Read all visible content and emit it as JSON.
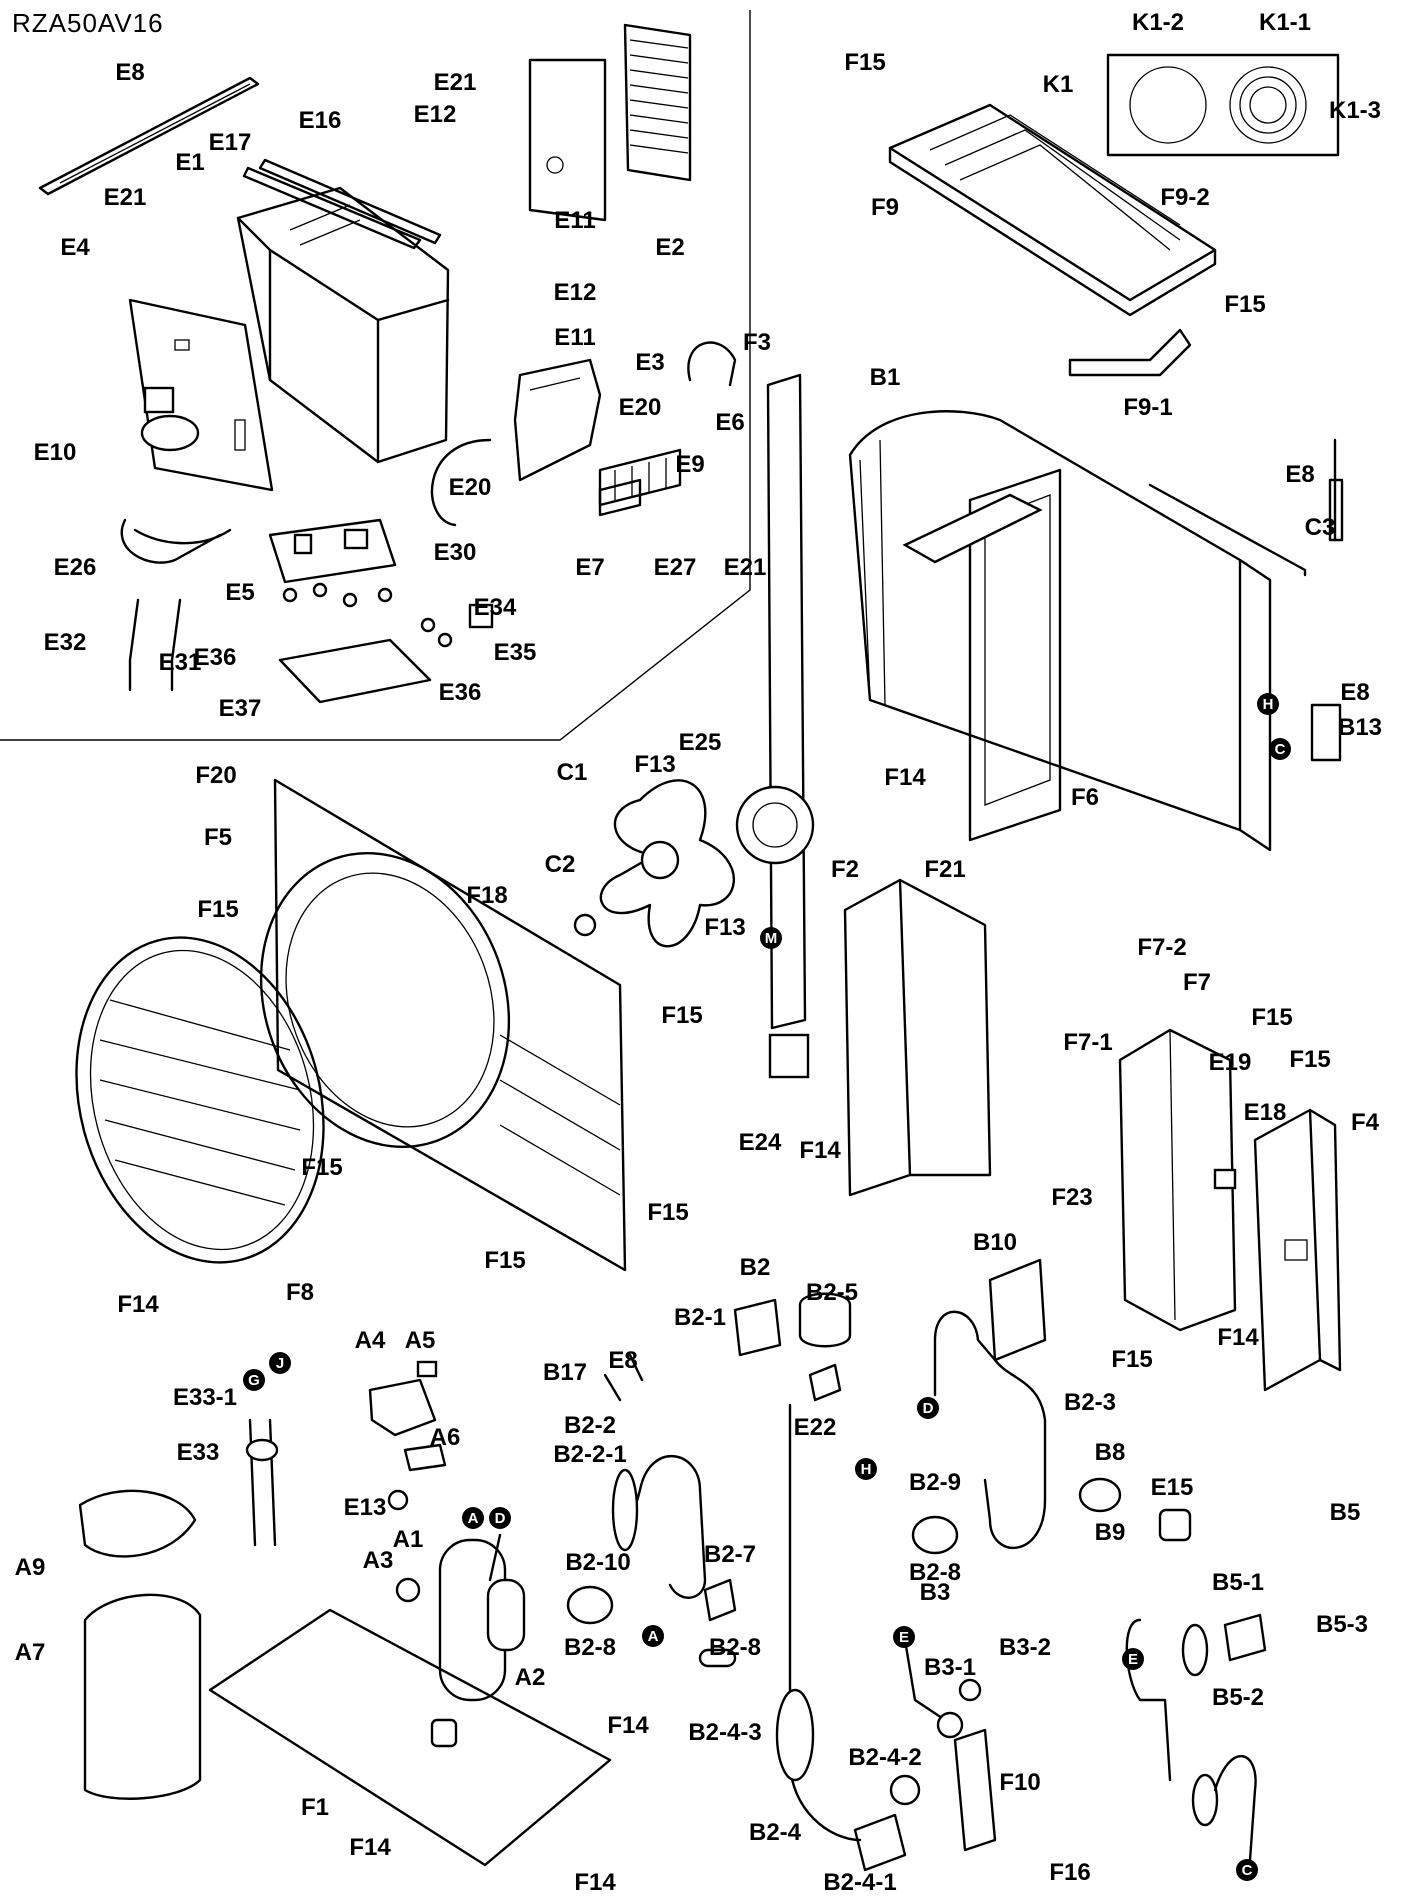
{
  "model": "RZA50AV16",
  "labels": {
    "E8": "E8",
    "E17": "E17",
    "E16": "E16",
    "E1": "E1",
    "E21": "E21",
    "E12": "E12",
    "E11": "E11",
    "E2": "E2",
    "E4": "E4",
    "E3": "E3",
    "E20": "E20",
    "E6": "E6",
    "E9": "E9",
    "E10": "E10",
    "E30": "E30",
    "E7": "E7",
    "E27": "E27",
    "E26": "E26",
    "E5": "E5",
    "E34": "E34",
    "E36": "E36",
    "E35": "E35",
    "E32": "E32",
    "E31": "E31",
    "E37": "E37",
    "F15": "F15",
    "K1-2": "K1-2",
    "K1-1": "K1-1",
    "K1": "K1",
    "K1-3": "K1-3",
    "F9": "F9",
    "F9-2": "F9-2",
    "F9-1": "F9-1",
    "F3": "F3",
    "B1": "B1",
    "C3": "C3",
    "B13": "B13",
    "F14": "F14",
    "F6": "F6",
    "F20": "F20",
    "C1": "C1",
    "F13": "F13",
    "E25": "E25",
    "F5": "F5",
    "C2": "C2",
    "F18": "F18",
    "F2": "F2",
    "F21": "F21",
    "F7-2": "F7-2",
    "F7": "F7",
    "F7-1": "F7-1",
    "E19": "E19",
    "E18": "E18",
    "F4": "F4",
    "E24": "E24",
    "F23": "F23",
    "F8": "F8",
    "B2": "B2",
    "B10": "B10",
    "B2-1": "B2-1",
    "B2-5": "B2-5",
    "A4": "A4",
    "A5": "A5",
    "B17": "B17",
    "E33-1": "E33-1",
    "E33": "E33",
    "A6": "A6",
    "B2-2": "B2-2",
    "B2-2-1": "B2-2-1",
    "E22": "E22",
    "B2-3": "B2-3",
    "B8": "B8",
    "B9": "B9",
    "B2-9": "B2-9",
    "B2-8": "B2-8",
    "E13": "E13",
    "A1": "A1",
    "A3": "A3",
    "B2-10": "B2-10",
    "B2-7": "B2-7",
    "E15": "E15",
    "B5": "B5",
    "A9": "A9",
    "B3": "B3",
    "B3-2": "B3-2",
    "B3-1": "B3-1",
    "B5-1": "B5-1",
    "B5-3": "B5-3",
    "A7": "A7",
    "A2": "A2",
    "B2-4-3": "B2-4-3",
    "B5-2": "B5-2",
    "B2-4-2": "B2-4-2",
    "F10": "F10",
    "F1": "F1",
    "B2-4": "B2-4",
    "F16": "F16",
    "B2-4-1": "B2-4-1"
  },
  "markers": {
    "A": "A",
    "D": "D",
    "G": "G",
    "J": "J",
    "H": "H",
    "C": "C",
    "M": "M",
    "E": "E"
  }
}
